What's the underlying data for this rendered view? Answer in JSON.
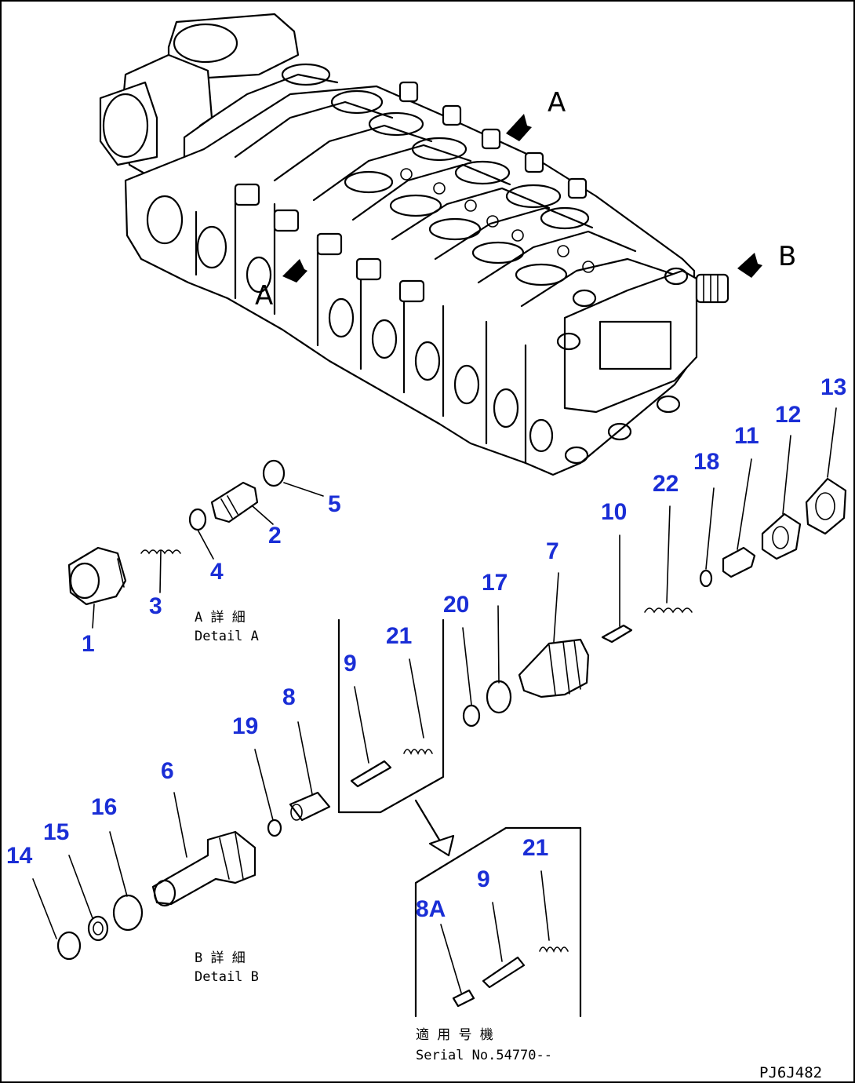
{
  "diagram": {
    "view_labels": {
      "a_top": "A",
      "a_left": "A",
      "b_right": "B"
    },
    "details": {
      "a_jp": "A 詳 細",
      "a_en": "Detail A",
      "b_jp": "B 詳 細",
      "b_en": "Detail B",
      "serial_jp": "適 用 号 機",
      "serial_en": "Serial No.54770--"
    },
    "drawing_code": "PJ6J482",
    "callouts": [
      "1",
      "2",
      "3",
      "4",
      "5",
      "6",
      "7",
      "8",
      "8A",
      "9",
      "9",
      "10",
      "11",
      "12",
      "13",
      "14",
      "15",
      "16",
      "17",
      "18",
      "19",
      "20",
      "21",
      "21",
      "22"
    ],
    "colors": {
      "callout": "#1a2ed6",
      "line": "#000000",
      "background": "#ffffff"
    }
  }
}
